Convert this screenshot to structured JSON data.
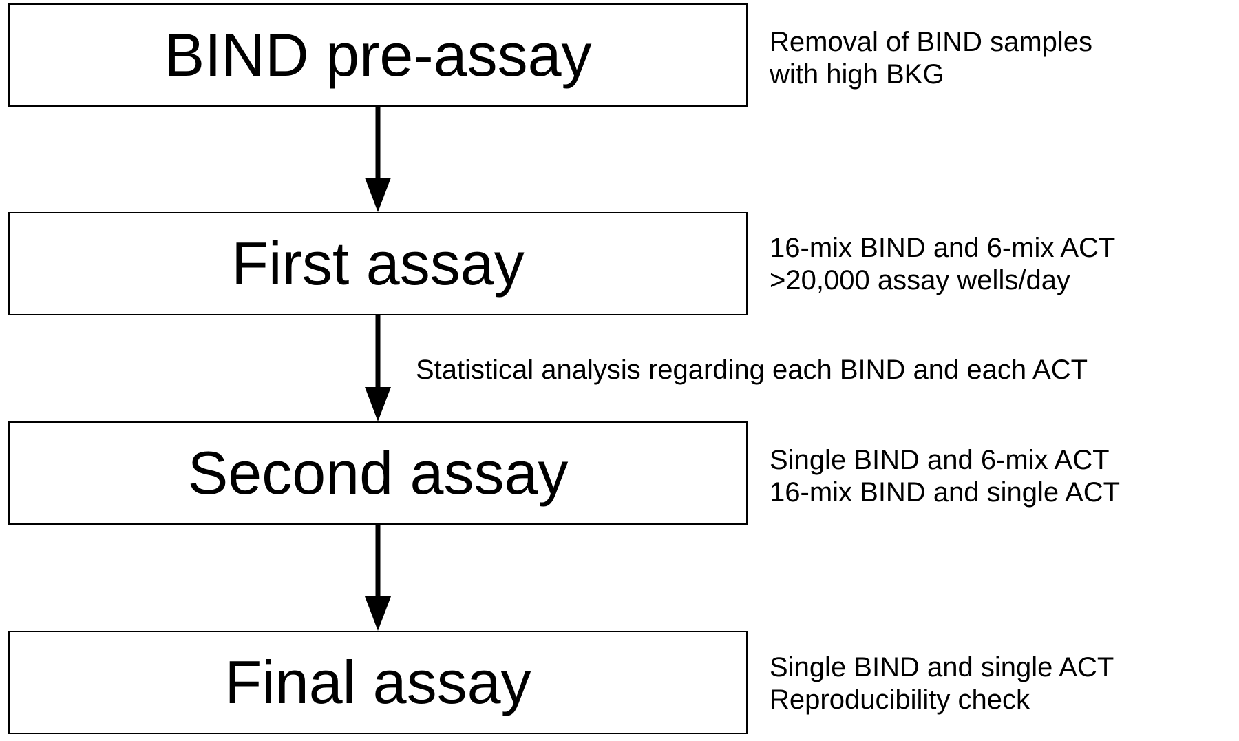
{
  "steps": [
    {
      "label": "BIND pre-assay",
      "notes": [
        "Removal of BIND samples",
        "with high BKG"
      ]
    },
    {
      "label": "First assay",
      "notes": [
        "16-mix BIND and 6-mix ACT",
        ">20,000 assay wells/day"
      ]
    },
    {
      "label": "Second assay",
      "notes": [
        "Single BIND and 6-mix ACT",
        "16-mix BIND and single ACT"
      ]
    },
    {
      "label": "Final assay",
      "notes": [
        "Single BIND and single ACT",
        "Reproducibility check"
      ]
    }
  ],
  "connector_notes": {
    "first_to_second": "Statistical analysis regarding each BIND and each ACT"
  }
}
